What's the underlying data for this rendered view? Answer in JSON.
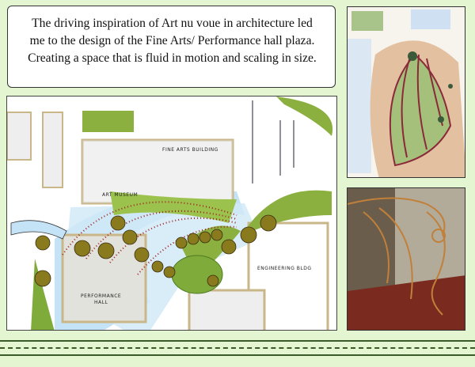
{
  "description_text": {
    "lines": [
      "The driving inspiration of Art nu voue in architecture led",
      "me to the design of the Fine Arts/ Performance hall plaza.",
      "Creating a space that is fluid in motion and scaling in size."
    ]
  },
  "site_plan": {
    "labels": {
      "fine_arts": "FINE ARTS BUILDING",
      "art_museum": "ART MUSEUM",
      "performance_1": "PERFORMANCE",
      "performance_2": "HALL",
      "engineering": "ENGINEERING BLDG"
    }
  },
  "colors": {
    "background": "#e4f5d2",
    "rule": "#3b5a2a",
    "grass": "#8bb040",
    "water": "#bfe0f5"
  }
}
